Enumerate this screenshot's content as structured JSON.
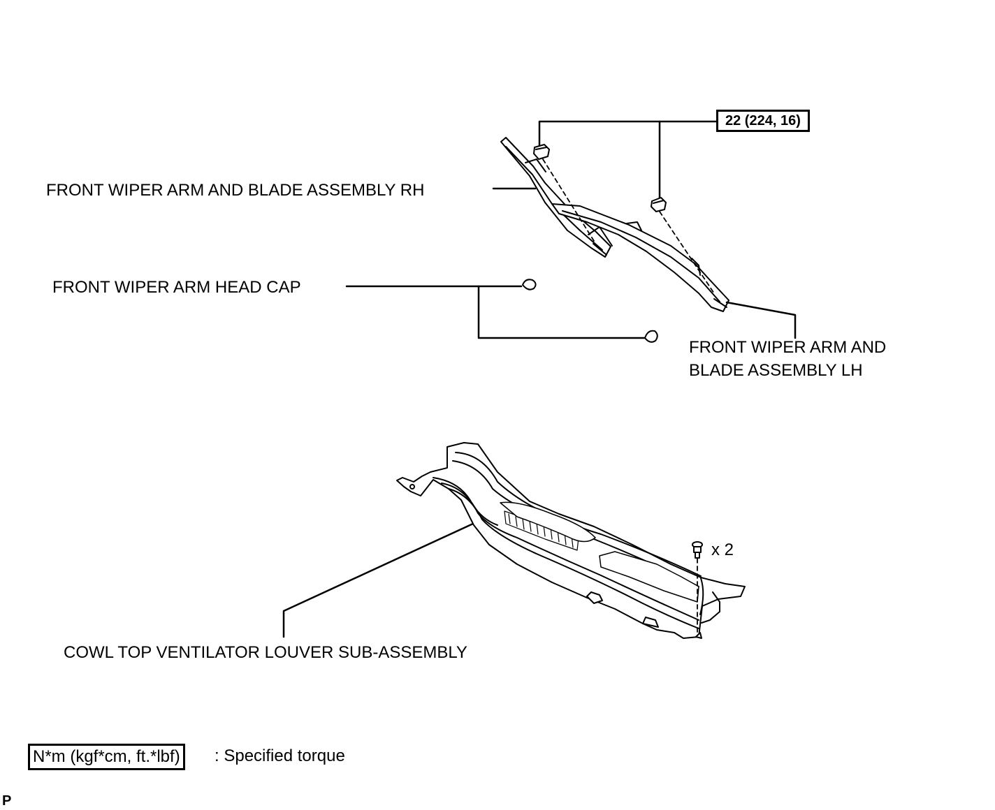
{
  "labels": {
    "wiper_rh": "FRONT WIPER ARM AND BLADE ASSEMBLY RH",
    "head_cap": "FRONT WIPER ARM HEAD CAP",
    "wiper_lh_line1": "FRONT WIPER ARM AND",
    "wiper_lh_line2": "BLADE ASSEMBLY LH",
    "cowl": "COWL TOP VENTILATOR LOUVER SUB-ASSEMBLY",
    "clip_qty": "x 2"
  },
  "torque": {
    "value": "22 (224, 16)"
  },
  "legend": {
    "box_text": "N*m (kgf*cm, ft.*lbf)",
    "description": ": Specified torque"
  },
  "corner_mark": "P"
}
